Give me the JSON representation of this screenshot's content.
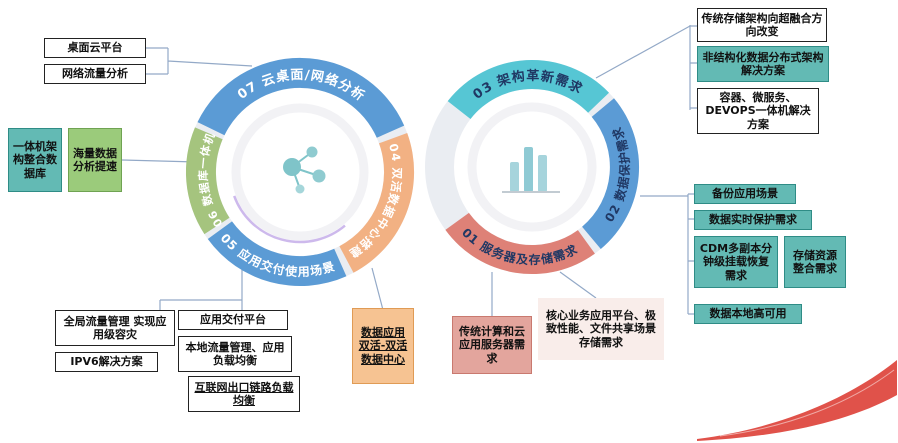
{
  "palette": {
    "blue_arc": "#5B9BD5",
    "green_arc": "#A5C47E",
    "orange_arc": "#F2B183",
    "teal_arc": "#56C6D4",
    "salmon_arc": "#DE8177",
    "teal_box": "#63BAB4",
    "green_box": "#9BCB7B",
    "orange_box": "#F6C392",
    "salmon_box": "#E3A59D",
    "pink_box": "#F9EDEA",
    "connector_line": "#93A9C7",
    "swoosh_red": "#E0524A",
    "left_ring_label_text": "#FFFFFF",
    "right_ring_label_text": "#203864",
    "icon_teal": "#7FC4C9"
  },
  "rings": {
    "left": {
      "seg07": {
        "label": "07 云桌面/网络分析",
        "color": "#5B9BD5"
      },
      "seg04": {
        "label": "04 双活数据中心搭建",
        "color": "#F2B183"
      },
      "seg05": {
        "label": "05 应用交付使用场景",
        "color": "#5B9BD5"
      },
      "seg06": {
        "label": "06 数据库一体机",
        "color": "#A5C47E"
      },
      "center_icon": "molecule-icon"
    },
    "right": {
      "seg03": {
        "label": "03 架构革新需求",
        "color": "#56C6D4"
      },
      "seg02": {
        "label": "02 数据保护需求",
        "color": "#5B9BD5"
      },
      "seg01": {
        "label": "01 服务器及存储需求",
        "color": "#DE8177"
      },
      "center_icon": "bar-chart-icon"
    }
  },
  "boxes": {
    "desktop_cloud": "桌面云平台",
    "network_traffic": "网络流量分析",
    "allinone_db": "一体机架构整合数据库",
    "massive_data": "海量数据分析提速",
    "global_traffic": "全局流量管理 实现应用级容灾",
    "ipv6": "IPV6解决方案",
    "app_delivery": "应用交付平台",
    "local_traffic": "本地流量管理、应用负载均衡",
    "internet_egress": "互联网出口链路负载均衡",
    "dual_active": "数据应用双活-双活数据中心",
    "traditional_compute": "传统计算和云应用服务器需求",
    "core_business": "核心业务应用平台、极致性能、文件共享场景存储需求",
    "storage_hci": "传统存储架构向超融合方向改变",
    "unstructured": "非结构化数据分布式架构解决方案",
    "container_devops": "容器、微服务、DEVOPS一体机解决方案",
    "backup_scenario": "备份应用场景",
    "realtime_protection": "数据实时保护需求",
    "cdm_recovery": "CDM多副本分钟级挂载恢复需求",
    "storage_integration": "存储资源整合需求",
    "local_ha": "数据本地高可用"
  }
}
